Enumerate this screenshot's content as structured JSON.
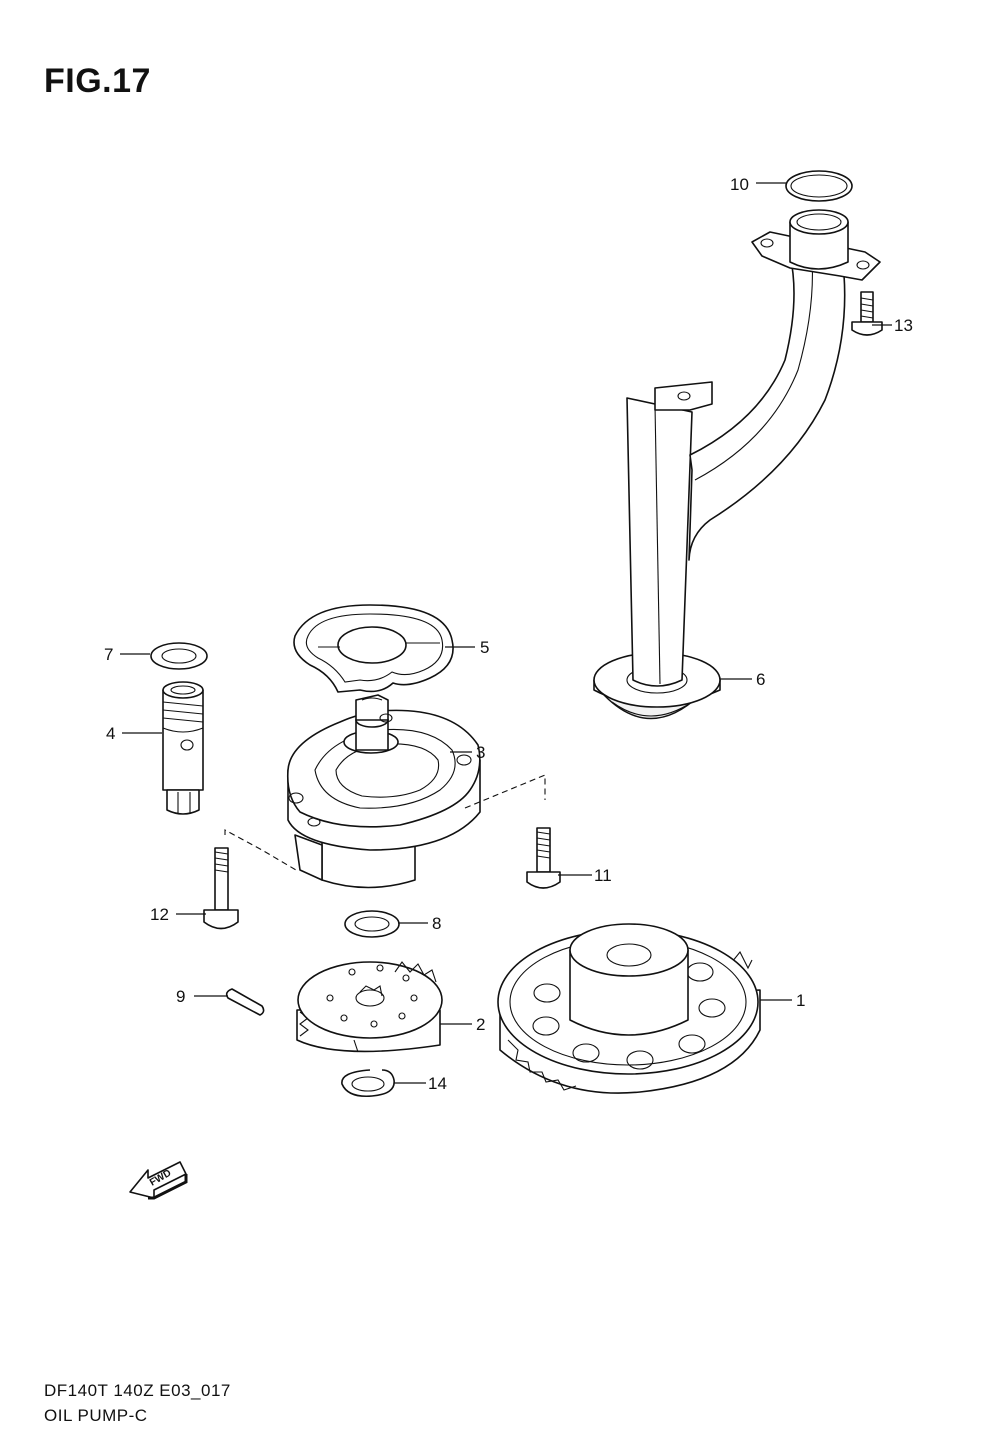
{
  "figure": {
    "title": "FIG.17",
    "code": "DF140T 140Z E03_017",
    "name": "OIL PUMP-C"
  },
  "fwd_label": "FWD",
  "callouts": [
    "1",
    "2",
    "3",
    "4",
    "5",
    "6",
    "7",
    "8",
    "9",
    "10",
    "11",
    "12",
    "13",
    "14"
  ]
}
